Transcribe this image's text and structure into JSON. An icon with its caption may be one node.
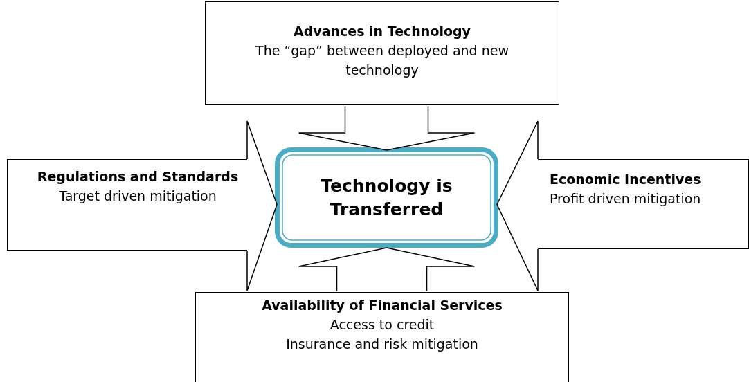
{
  "diagram": {
    "nodes": [
      {
        "text": [
          "Advances in Technology",
          "The “gap” between deployed and new technology"
        ]
      },
      {
        "text": [
          "Regulations and Standards",
          "Target driven mitigation"
        ]
      },
      {
        "text": [
          "Technology is Transferred"
        ]
      },
      {
        "text": [
          "Economic Incentives",
          "Profit driven mitigation"
        ]
      },
      {
        "text": [
          "Availability of Financial Services",
          "Access to credit",
          "Insurance and risk mitigation"
        ]
      }
    ],
    "edges": [
      {
        "from": 0,
        "to": 2,
        "arrow": "to"
      },
      {
        "from": 1,
        "to": 2,
        "arrow": "to"
      },
      {
        "from": 3,
        "to": 2,
        "arrow": "to"
      },
      {
        "from": 4,
        "to": 2,
        "arrow": "to"
      }
    ]
  }
}
